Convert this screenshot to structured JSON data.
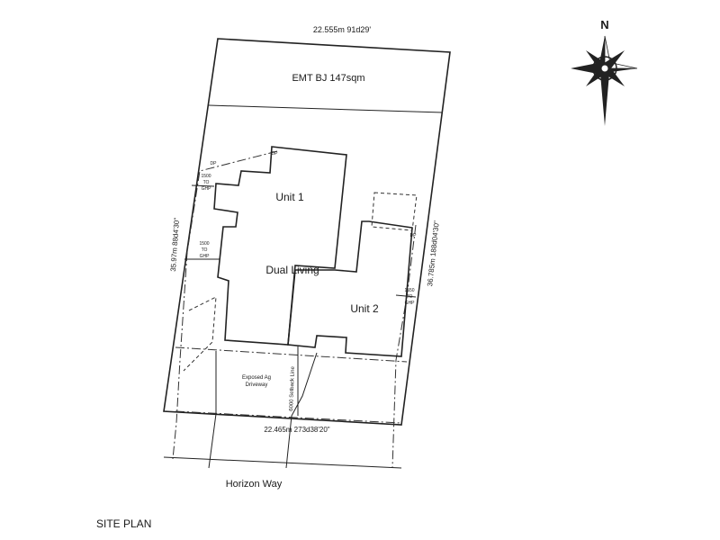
{
  "plan": {
    "top_boundary_dim": "22.555m  91d29'",
    "easement_label": "EMT BJ 147sqm",
    "unit1_label": "Unit 1",
    "unit2_label": "Unit 2",
    "dual_living_label": "Dual Living",
    "left_boundary_dim": "35.97m  88d4'30\"",
    "right_boundary_dim": "36.785m  188d04'30\"",
    "bottom_boundary_dim": "22.465m  273d38'20\"",
    "driveway_label_line1": "Exposed Ag",
    "driveway_label_line2": "Driveway",
    "setback_label": "6000 Setback Line",
    "setback_tag_1": {
      "line1": "1500",
      "line2": "TO",
      "line3": "GHP"
    },
    "setback_tag_2": {
      "line1": "1500",
      "line2": "TO",
      "line3": "GHP"
    },
    "setback_tag_3": {
      "line1": "1550",
      "line2": "TO",
      "line3": "GHP"
    },
    "dp_label_1": "DP",
    "dp_label_2": "DP",
    "dp_label_3": "DP",
    "street_name": "Horizon Way",
    "drawing_title": "SITE PLAN"
  },
  "compass": {
    "north_label": "N"
  }
}
